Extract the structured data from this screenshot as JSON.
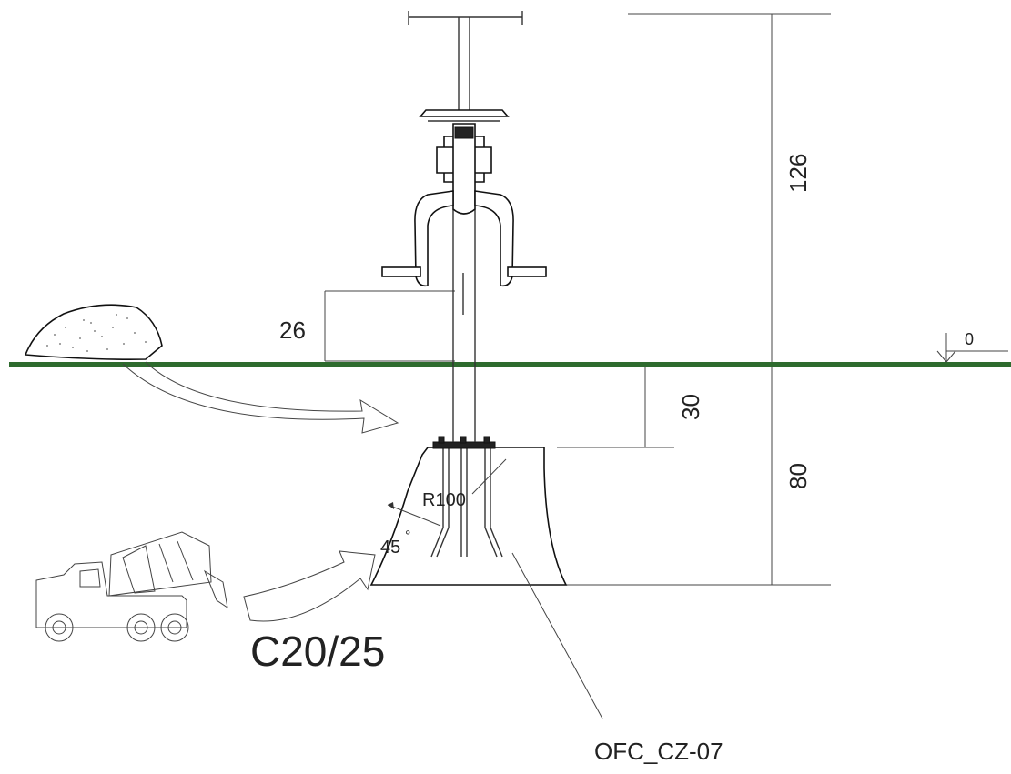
{
  "drawing": {
    "labels": {
      "dim_total_height": "126",
      "dim_seat_height": "26",
      "dim_post_depth": "30",
      "dim_foundation_depth": "80",
      "ground_level": "0",
      "radius": "R100",
      "angle": "45",
      "angle_unit": "°",
      "concrete_class": "C20/25",
      "anchor_code": "OFC_CZ-07"
    },
    "colors": {
      "ground_line": "#2e6b2e",
      "line": "#333333",
      "background": "#ffffff"
    },
    "icons": {
      "concrete_truck": "concrete-mixer-truck-icon",
      "gravel_pile": "gravel-pile-icon",
      "level_marker": "level-marker-icon"
    }
  }
}
